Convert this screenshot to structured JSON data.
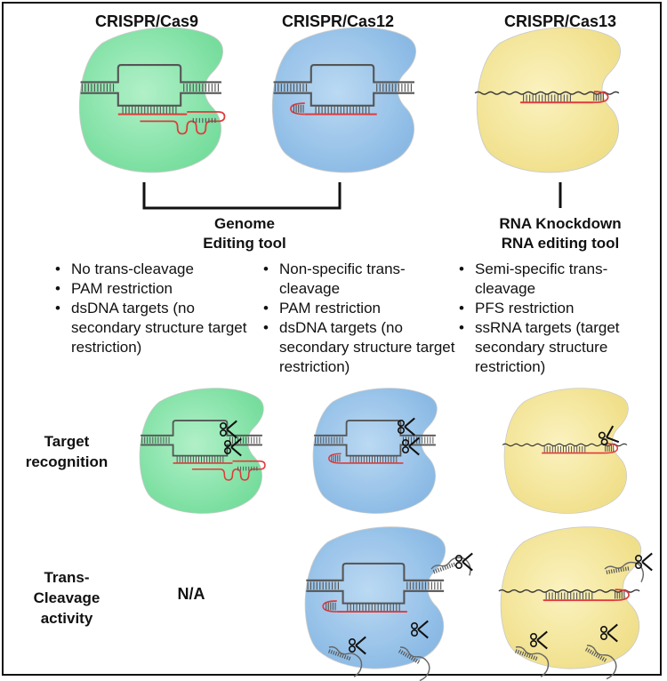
{
  "columns": [
    {
      "title": "CRISPR/Cas9",
      "properties": [
        "No trans-cleavage",
        "PAM restriction",
        "dsDNA targets (no secondary structure target restriction)"
      ],
      "trans_cleavage": "N/A",
      "color": "#8fe6b0"
    },
    {
      "title": "CRISPR/Cas12",
      "properties": [
        "Non-specific trans-cleavage",
        "PAM restriction",
        "dsDNA targets (no secondary structure target restriction)"
      ],
      "color": "#9cc7ec"
    },
    {
      "title": "CRISPR/Cas13",
      "properties": [
        "Semi-specific trans-cleavage",
        "PFS restriction",
        "ssRNA targets (target secondary structure restriction)"
      ],
      "color": "#f7eaa0"
    }
  ],
  "groups": {
    "genome_line1": "Genome",
    "genome_line2": "Editing tool",
    "rna_line1": "RNA Knockdown",
    "rna_line2": "RNA editing tool"
  },
  "rows": {
    "target_recognition_1": "Target",
    "target_recognition_2": "recognition",
    "trans_cleavage_1": "Trans-",
    "trans_cleavage_2": "Cleavage",
    "trans_cleavage_3": "activity"
  },
  "colors": {
    "cas9": "#8fe6b0",
    "cas12": "#9cc7ec",
    "cas13": "#f7eaa0",
    "guide_rna": "#e03a3a",
    "dna": "#555555"
  }
}
